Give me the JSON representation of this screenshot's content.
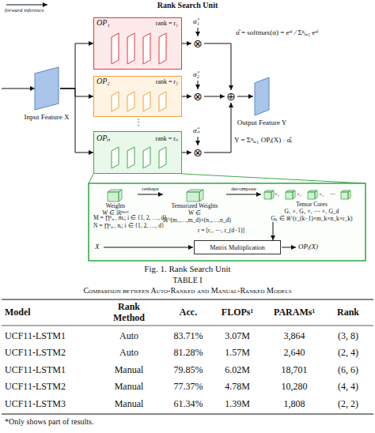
{
  "diagram": {
    "title": "Rank Search Unit",
    "caption": "Fig. 1. Rank Search Unit",
    "nodes": [
      {
        "text": [
          "Input Feature X"
        ]
      },
      {
        "text": [
          "OP₁",
          "rank = r₁"
        ]
      },
      {
        "text": [
          "OP₂",
          "rank = r₂"
        ]
      },
      {
        "text": [
          "OPₙ",
          "rank = rₙ"
        ]
      },
      {
        "text": [
          "⊗"
        ]
      },
      {
        "text": [
          "⊗"
        ]
      },
      {
        "text": [
          "⊗"
        ]
      },
      {
        "text": [
          "⊕"
        ]
      },
      {
        "text": [
          "Output Feature Y"
        ]
      },
      {
        "text": [
          "Weights",
          "W ∈ ℝᴹˣᴺ"
        ]
      },
      {
        "text": [
          "Tensorized Weights",
          "W ∈ ℝ^(m₁,…,m_d)×(n₁,…,n_d)"
        ]
      },
      {
        "text": [
          "Tensor Cores",
          "G₁ ×₁ G₂ ×₁ ⋯ ×₁ G_d",
          "Gₖ ∈ ℝ^(r_(k−1)×m_k×n_k×r_k)"
        ]
      },
      {
        "text": [
          "Matrix Multiplication"
        ]
      }
    ],
    "edges": [
      {
        "from": 0,
        "to": 1,
        "arrow": "to"
      },
      {
        "from": 0,
        "to": 2,
        "arrow": "to"
      },
      {
        "from": 0,
        "to": 3,
        "arrow": "to"
      },
      {
        "from": 1,
        "to": 4,
        "arrow": "to"
      },
      {
        "from": 2,
        "to": 5,
        "arrow": "to"
      },
      {
        "from": 3,
        "to": 6,
        "arrow": "to"
      },
      {
        "from": 4,
        "to": 7,
        "arrow": "to"
      },
      {
        "from": 5,
        "to": 7,
        "arrow": "to"
      },
      {
        "from": 6,
        "to": 7,
        "arrow": "to"
      },
      {
        "from": 7,
        "to": 8,
        "arrow": "to"
      },
      {
        "from": 9,
        "to": 10,
        "label": "reshape",
        "arrow": "to"
      },
      {
        "from": 10,
        "to": 11,
        "label": "decompose",
        "arrow": "to"
      },
      {
        "from": 11,
        "to": 12,
        "arrow": "to"
      }
    ],
    "labels": [
      "forward inference",
      "α̂₁",
      "α̂₂",
      "α̂ₙ",
      "α̂ = softmax(α) = eᵅⁱ ⁄ Σⁿᵢ₌₁ eᵅⁱ",
      "Y = Σⁿᵢ₌₁ OPᵢ(X) · α̂ᵢ",
      "⋮",
      "M = ∏ᵈᵢ₌₁ mᵢ; i ∈ {1, 2, …, d}",
      "N = ∏ᵈᵢ₌₁ nᵢ; i ∈ {1, 2, …, d}",
      "X",
      "OPᵢ(X)",
      "r = [r₁, ⋯, r_(d−1)]",
      "×₁",
      "×₁",
      "×₁",
      "⋯",
      "TABLE I",
      "Comparison between Auto-Ranked and Manual-Ranked Models",
      "Model",
      "Rank Method",
      "Acc.",
      "FLOPs¹",
      "PARAMs¹",
      "Rank",
      "UCF11-LSTM1",
      "Auto",
      "83.71%",
      "3.07M",
      "3,864",
      "(3, 8)",
      "UCF11-LSTM2",
      "Auto",
      "81.28%",
      "1.57M",
      "2,640",
      "(2, 4)",
      "UCF11-LSTM1",
      "Manual",
      "79.85%",
      "6.02M",
      "18,701",
      "(6, 6)",
      "UCF11-LSTM2",
      "Manual",
      "77.37%",
      "4.78M",
      "10,280",
      "(4, 4)",
      "UCF11-LSTM3",
      "Manual",
      "61.34%",
      "1.39M",
      "1,808",
      "(2, 2)",
      "*Only shows part of results."
    ]
  }
}
